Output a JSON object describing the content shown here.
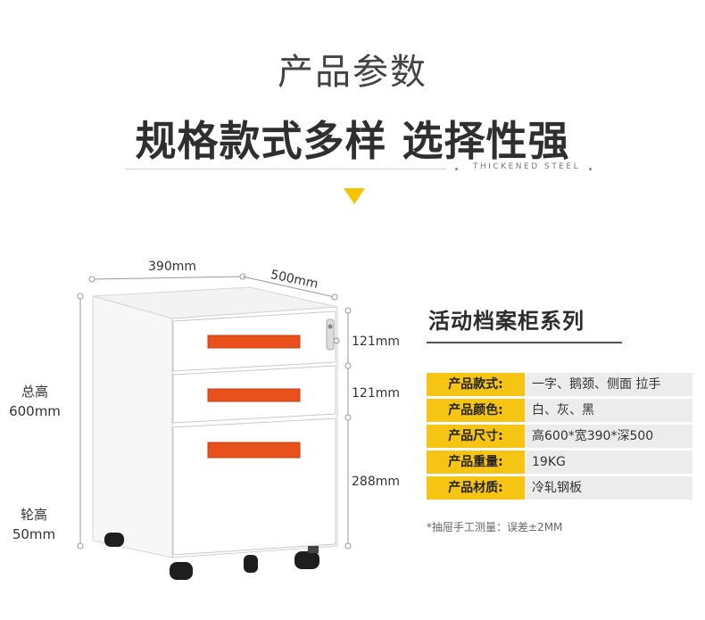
{
  "header": {
    "title": "产品参数",
    "subtitle": "规格款式多样 选择性强",
    "tagline": "THICKENED STEEL"
  },
  "dimensions": {
    "width": "390mm",
    "depth": "500mm",
    "drawer_top": "121mm",
    "drawer_middle": "121mm",
    "drawer_bottom": "288mm",
    "total_height_label": "总高",
    "total_height_value": "600mm",
    "wheel_height_label": "轮高",
    "wheel_height_value": "50mm"
  },
  "colors": {
    "accent_yellow": "#f6c514",
    "handle_orange": "#e8501c",
    "cabinet_white": "#ffffff"
  },
  "series": {
    "title": "活动档案柜系列"
  },
  "specs": [
    {
      "key": "产品款式:",
      "value": "一字、鹅颈、侧面 拉手"
    },
    {
      "key": "产品颜色:",
      "value": "白、灰、黑"
    },
    {
      "key": "产品尺寸:",
      "value": "高600*宽390*深500"
    },
    {
      "key": "产品重量:",
      "value": "19KG"
    },
    {
      "key": "产品材质:",
      "value": "冷轧钢板"
    }
  ],
  "footnote": "*抽屉手工测量：误差±2MM"
}
